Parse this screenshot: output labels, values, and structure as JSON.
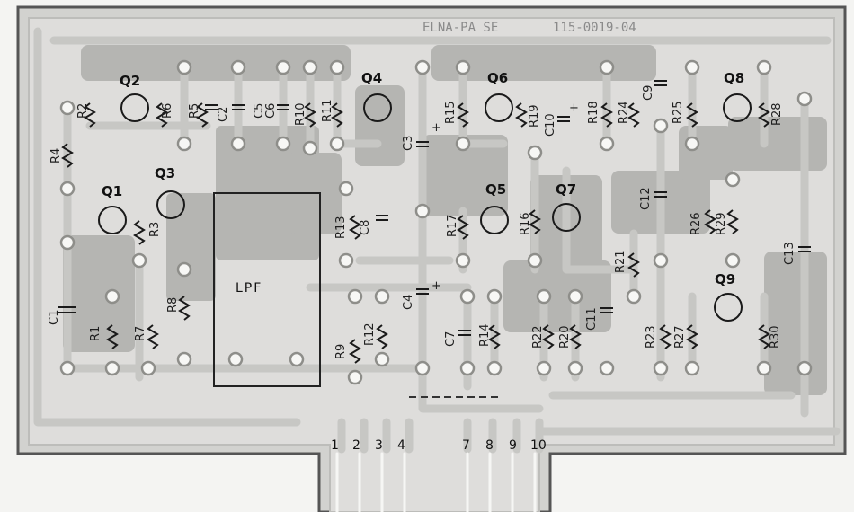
{
  "board": {
    "maker": "ELNA-PA SE",
    "part_number": "115-0019-04",
    "block_label": "LPF"
  },
  "transistors": [
    {
      "id": "Q1",
      "label": "Q1"
    },
    {
      "id": "Q2",
      "label": "Q2"
    },
    {
      "id": "Q3",
      "label": "Q3"
    },
    {
      "id": "Q4",
      "label": "Q4"
    },
    {
      "id": "Q5",
      "label": "Q5"
    },
    {
      "id": "Q6",
      "label": "Q6"
    },
    {
      "id": "Q7",
      "label": "Q7"
    },
    {
      "id": "Q8",
      "label": "Q8"
    },
    {
      "id": "Q9",
      "label": "Q9"
    }
  ],
  "resistors": [
    "R1",
    "R2",
    "R3",
    "R4",
    "R5",
    "R6",
    "R7",
    "R8",
    "R9",
    "R10",
    "R11",
    "R12",
    "R13",
    "R14",
    "R15",
    "R16",
    "R17",
    "R18",
    "R19",
    "R20",
    "R21",
    "R22",
    "R23",
    "R24",
    "R25",
    "R26",
    "R27",
    "R28",
    "R29",
    "R30"
  ],
  "capacitors": [
    "C1",
    "C2",
    "C3",
    "C4",
    "C5",
    "C6",
    "C7",
    "C8",
    "C9",
    "C10",
    "C11",
    "C12",
    "C13"
  ],
  "pins": [
    "1",
    "2",
    "3",
    "4",
    "7",
    "8",
    "9",
    "10"
  ]
}
